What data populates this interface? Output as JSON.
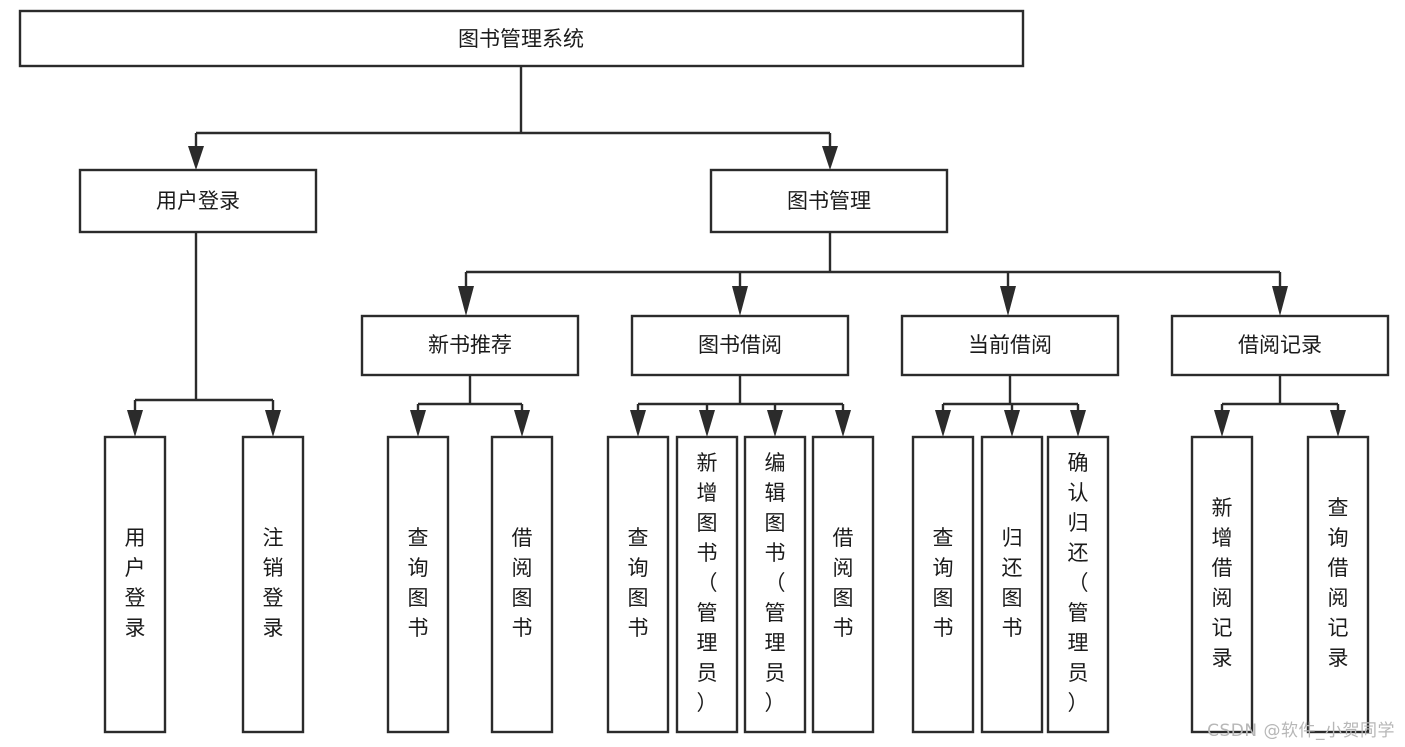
{
  "diagram": {
    "type": "tree",
    "title": "图书管理系统",
    "watermark": "CSDN @软件_小贺同学",
    "root": {
      "id": "root",
      "label": "图书管理系统"
    },
    "level2": [
      {
        "id": "user-login",
        "label": "用户登录"
      },
      {
        "id": "book-manage",
        "label": "图书管理"
      }
    ],
    "level3": [
      {
        "id": "new-book-recommend",
        "label": "新书推荐",
        "parent": "book-manage"
      },
      {
        "id": "book-borrow",
        "label": "图书借阅",
        "parent": "book-manage"
      },
      {
        "id": "current-borrow",
        "label": "当前借阅",
        "parent": "book-manage"
      },
      {
        "id": "borrow-record",
        "label": "借阅记录",
        "parent": "book-manage"
      }
    ],
    "leaves": {
      "user-login": [
        {
          "id": "leaf-user-login",
          "label": "用户登录"
        },
        {
          "id": "leaf-user-logout",
          "label": "注销登录"
        }
      ],
      "new-book-recommend": [
        {
          "id": "leaf-query-book-1",
          "label": "查询图书"
        },
        {
          "id": "leaf-borrow-book-1",
          "label": "借阅图书"
        }
      ],
      "book-borrow": [
        {
          "id": "leaf-query-book-2",
          "label": "查询图书"
        },
        {
          "id": "leaf-add-book",
          "label": "新增图书（管理员）"
        },
        {
          "id": "leaf-edit-book",
          "label": "编辑图书（管理员）"
        },
        {
          "id": "leaf-borrow-book-2",
          "label": "借阅图书"
        }
      ],
      "current-borrow": [
        {
          "id": "leaf-query-book-3",
          "label": "查询图书"
        },
        {
          "id": "leaf-return-book",
          "label": "归还图书"
        },
        {
          "id": "leaf-confirm-return",
          "label": "确认归还（管理员）"
        }
      ],
      "borrow-record": [
        {
          "id": "leaf-add-record",
          "label": "新增借阅记录"
        },
        {
          "id": "leaf-query-record",
          "label": "查询借阅记录"
        }
      ]
    },
    "colors": {
      "stroke": "#2b2b2b",
      "fill": "#ffffff",
      "text": "#1b1b1b",
      "watermark": "#b7b7b7"
    }
  }
}
